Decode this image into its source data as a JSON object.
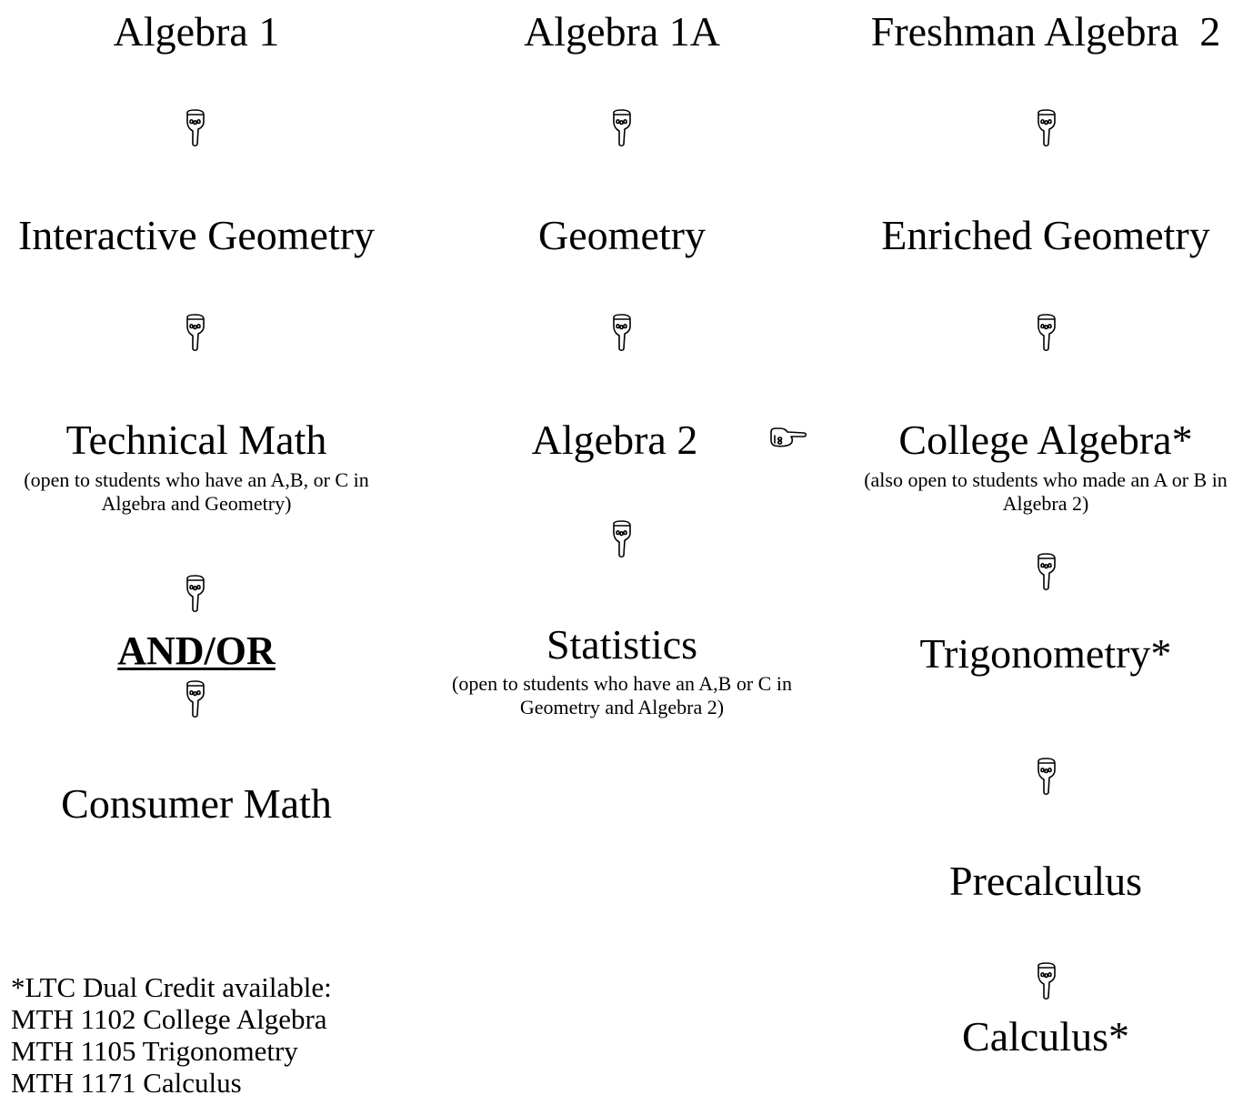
{
  "courses": {
    "algebra1": "Algebra 1",
    "algebra1a": "Algebra 1A",
    "freshman_algebra2": "Freshman Algebra  2",
    "interactive_geometry": "Interactive Geometry",
    "geometry": "Geometry",
    "enriched_geometry": "Enriched Geometry",
    "technical_math": "Technical Math",
    "technical_math_note": "(open to students who have an A,B, or C in Algebra and Geometry)",
    "algebra2": "Algebra 2",
    "college_algebra": "College Algebra*",
    "college_algebra_note": "(also open to students who made an A or B in Algebra 2)",
    "and_or": "AND/OR",
    "statistics": "Statistics",
    "statistics_note": "(open to students who have an A,B or C in Geometry and Algebra 2)",
    "trigonometry": "Trigonometry*",
    "consumer_math": "Consumer Math",
    "precalculus": "Precalculus",
    "calculus": "Calculus*"
  },
  "footnote": {
    "lines": [
      "*LTC Dual Credit available:",
      "MTH 1102 College Algebra",
      "MTH 1105 Trigonometry",
      "MTH 1171 Calculus"
    ]
  },
  "icons": {
    "down": "pointing-hand-down-icon",
    "right": "pointing-hand-right-icon"
  }
}
